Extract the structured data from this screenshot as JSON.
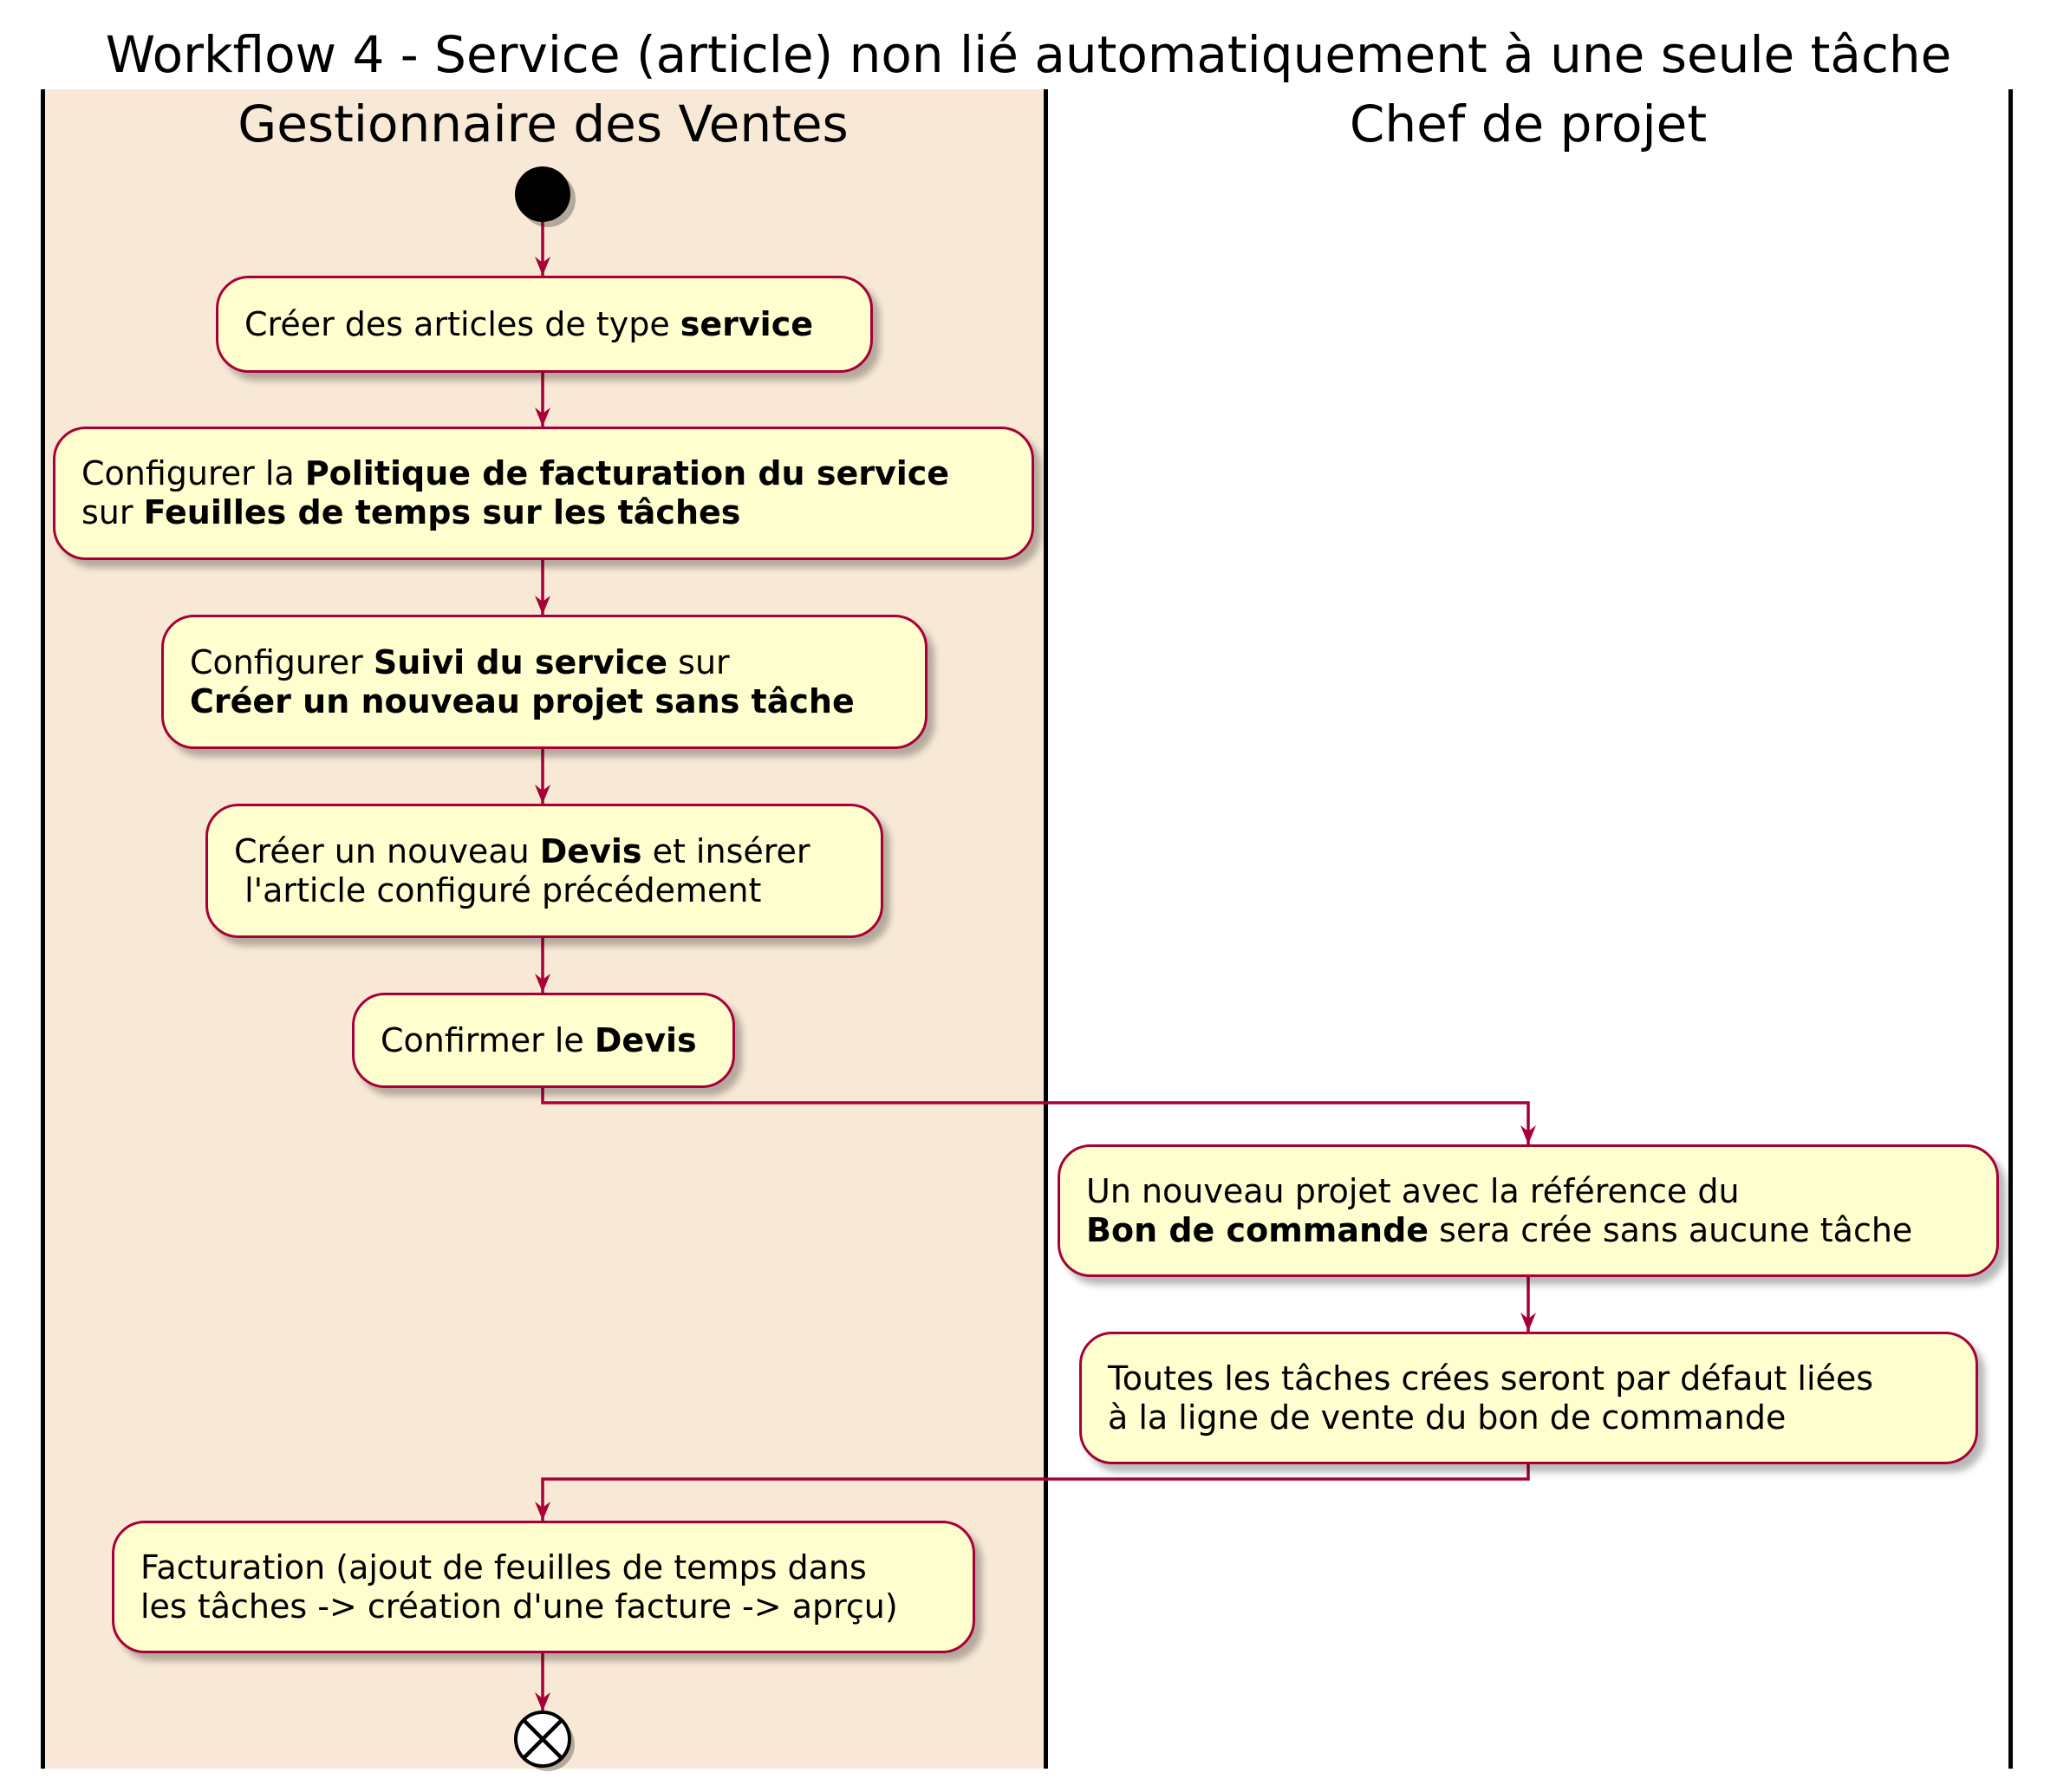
{
  "diagram": {
    "title": "Workflow 4 - Service (article) non lié automatiquement à une seule tâche",
    "lanes": [
      {
        "name": "Gestionnaire des Ventes"
      },
      {
        "name": "Chef de projet"
      }
    ],
    "activities": [
      {
        "lane": "Gestionnaire des Ventes",
        "lines": [
          [
            {
              "text": "Créer des articles de type "
            },
            {
              "text": "service",
              "bold": true
            }
          ]
        ]
      },
      {
        "lane": "Gestionnaire des Ventes",
        "lines": [
          [
            {
              "text": "Configurer la "
            },
            {
              "text": "Politique de facturation du service",
              "bold": true
            }
          ],
          [
            {
              "text": "sur "
            },
            {
              "text": "Feuilles de temps sur les tâches",
              "bold": true
            }
          ]
        ]
      },
      {
        "lane": "Gestionnaire des Ventes",
        "lines": [
          [
            {
              "text": "Configurer "
            },
            {
              "text": "Suivi du service",
              "bold": true
            },
            {
              "text": " sur"
            }
          ],
          [
            {
              "text": "Créer un nouveau projet sans tâche",
              "bold": true
            }
          ]
        ]
      },
      {
        "lane": "Gestionnaire des Ventes",
        "lines": [
          [
            {
              "text": "Créer un nouveau "
            },
            {
              "text": "Devis",
              "bold": true
            },
            {
              "text": " et insérer"
            }
          ],
          [
            {
              "text": " l'article configuré précédement"
            }
          ]
        ]
      },
      {
        "lane": "Gestionnaire des Ventes",
        "lines": [
          [
            {
              "text": "Confirmer le "
            },
            {
              "text": "Devis",
              "bold": true
            }
          ]
        ]
      },
      {
        "lane": "Chef de projet",
        "lines": [
          [
            {
              "text": "Un nouveau projet avec la référence du"
            }
          ],
          [
            {
              "text": "Bon de commande",
              "bold": true
            },
            {
              "text": " sera crée sans aucune tâche"
            }
          ]
        ]
      },
      {
        "lane": "Chef de projet",
        "lines": [
          [
            {
              "text": "Toutes les tâches crées seront par défaut liées"
            }
          ],
          [
            {
              "text": "à la ligne de vente du bon de commande"
            }
          ]
        ]
      },
      {
        "lane": "Gestionnaire des Ventes",
        "lines": [
          [
            {
              "text": "Facturation (ajout de feuilles de temps dans"
            }
          ],
          [
            {
              "text": "les tâches -> création d'une facture -> aprçu)"
            }
          ]
        ]
      }
    ],
    "colors": {
      "swimlane_left_fill": "#f8e9d7",
      "swimlane_right_fill": "#ffffff",
      "activity_fill": "#fefece",
      "activity_border": "#a80036",
      "arrow": "#a80036",
      "lane_divider": "#000000"
    }
  }
}
